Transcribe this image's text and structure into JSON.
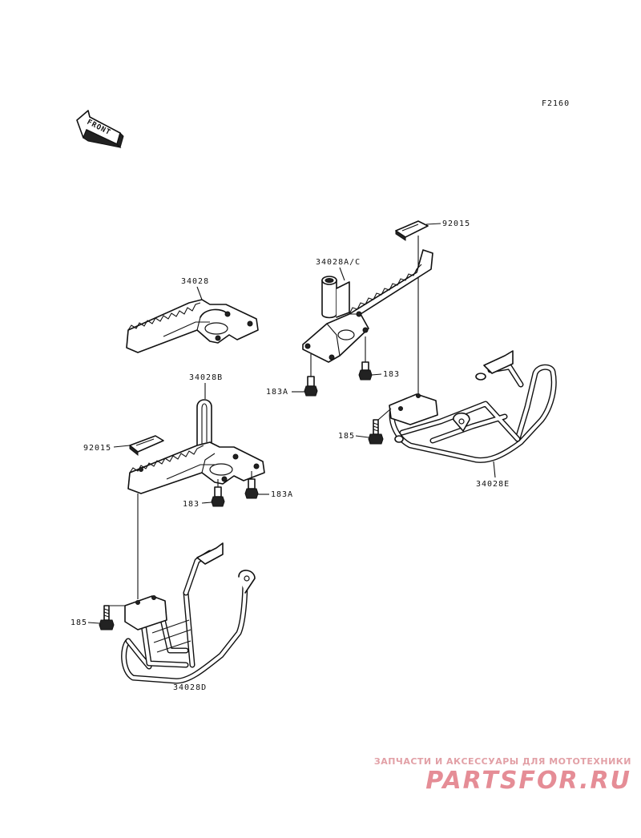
{
  "figure_code": "F2160",
  "front_arrow": {
    "text": "FRONT",
    "icon": "front-arrow-icon"
  },
  "callouts": {
    "c34028": "34028",
    "c34028b": "34028B",
    "c92015_left": "92015",
    "c183_left": "183",
    "c183a_left": "183A",
    "c185_left": "185",
    "c34028d": "34028D",
    "c92015_right": "92015",
    "c34028ac": "34028A/C",
    "c183_right": "183",
    "c183a_right": "183A",
    "c185_right": "185",
    "c34028e": "34028E"
  },
  "watermark": {
    "subtitle": "ЗАПЧАСТИ И АКСЕССУАРЫ ДЛЯ МОТОТЕХНИКИ",
    "brand": "PARTSFOR.RU"
  },
  "colors": {
    "line": "#111111",
    "watermark": "#e58d96"
  }
}
